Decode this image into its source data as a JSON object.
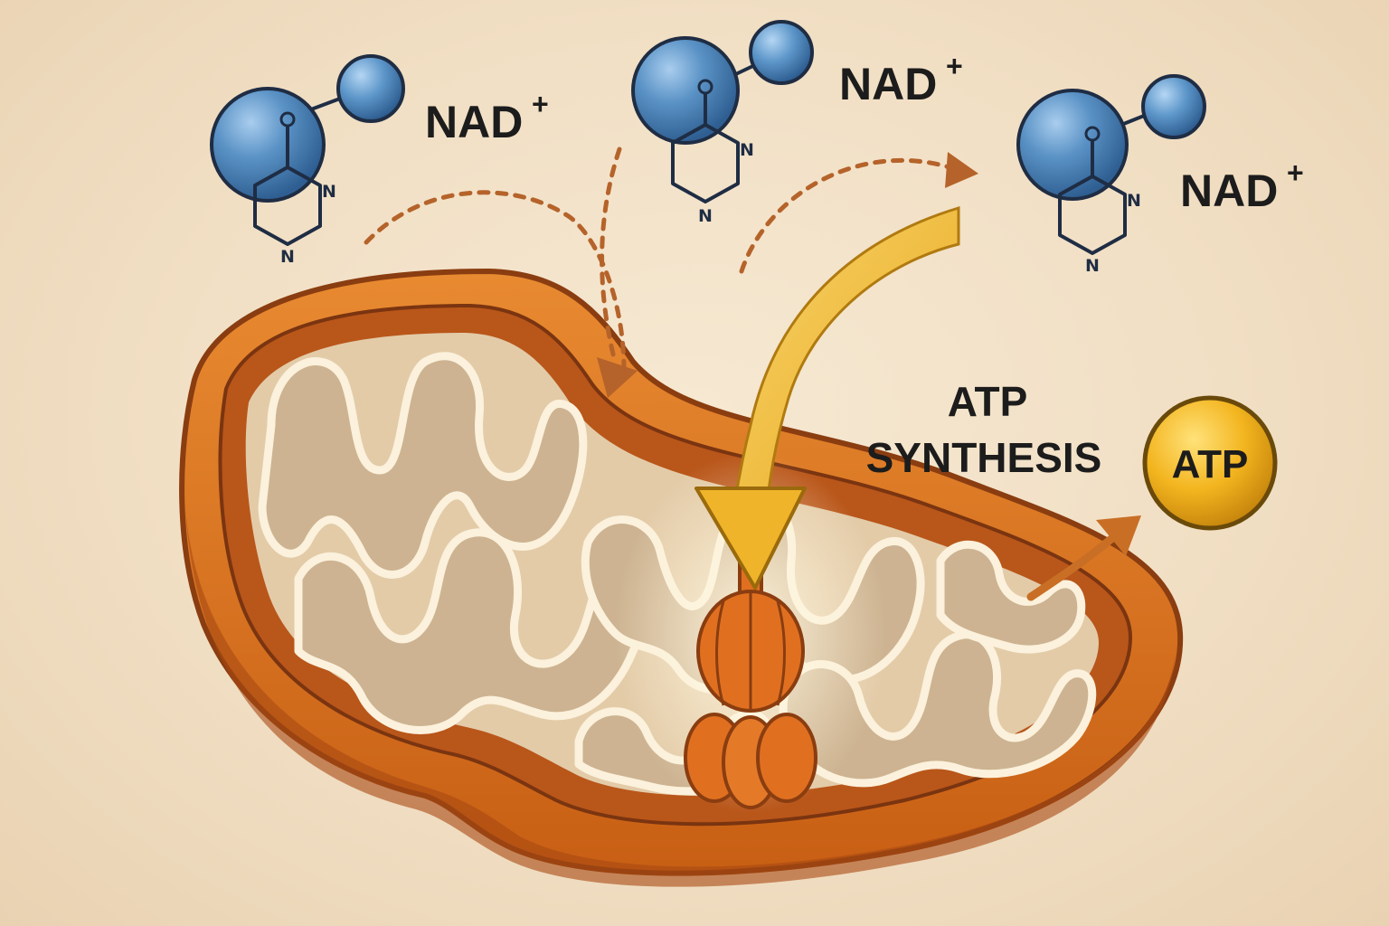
{
  "labels": {
    "nad_left": "NAD",
    "nad_middle": "NAD",
    "nad_right": "NAD",
    "nad_charge": "+",
    "atp_synthesis_line1": "ATP",
    "atp_synthesis_line2": "SYNTHESIS",
    "atp_product": "ATP"
  },
  "ring_atoms": {
    "nitrogen": "N",
    "oxygen": "O"
  },
  "colors": {
    "background": "#f2e1c6",
    "outer_membrane": "#d9741f",
    "membrane_outline": "#8a3d10",
    "intermembrane_space": "#b9561a",
    "matrix": "#e3cba8",
    "cristae_fill": "#cdb391",
    "cristae_outline": "#fbf1dc",
    "atp_synthase": "#e07020",
    "electron_arrow": "#f0b42a",
    "nad_sphere": "#4a84b8",
    "dotted_arrow": "#b5632a",
    "atp_ball": "#f2b71e"
  }
}
